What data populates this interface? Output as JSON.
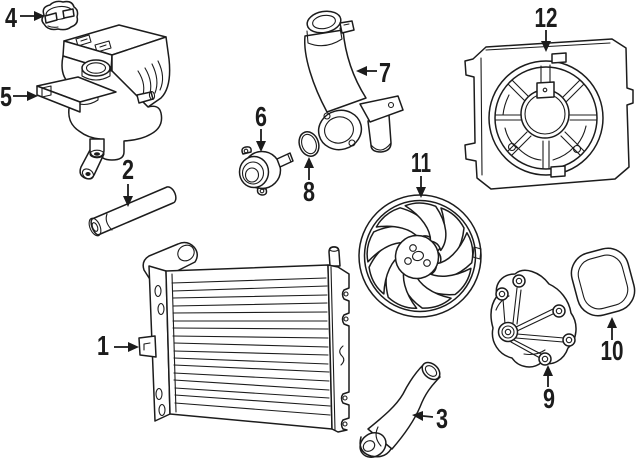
{
  "figure": {
    "kind": "parts-diagram",
    "subject": "engine-cooling-system",
    "background_color": "#ffffff",
    "line_color": "#1c1c1c",
    "callouts": [
      {
        "num": "1",
        "part": "radiator"
      },
      {
        "num": "2",
        "part": "hose-straight"
      },
      {
        "num": "3",
        "part": "hose-curved"
      },
      {
        "num": "4",
        "part": "reservoir-cap"
      },
      {
        "num": "5",
        "part": "coolant-reservoir"
      },
      {
        "num": "6",
        "part": "thermostat"
      },
      {
        "num": "7",
        "part": "water-pipe"
      },
      {
        "num": "8",
        "part": "seal-ring"
      },
      {
        "num": "9",
        "part": "water-pump"
      },
      {
        "num": "10",
        "part": "pump-gasket"
      },
      {
        "num": "11",
        "part": "fan-blade"
      },
      {
        "num": "12",
        "part": "fan-shroud"
      }
    ]
  }
}
